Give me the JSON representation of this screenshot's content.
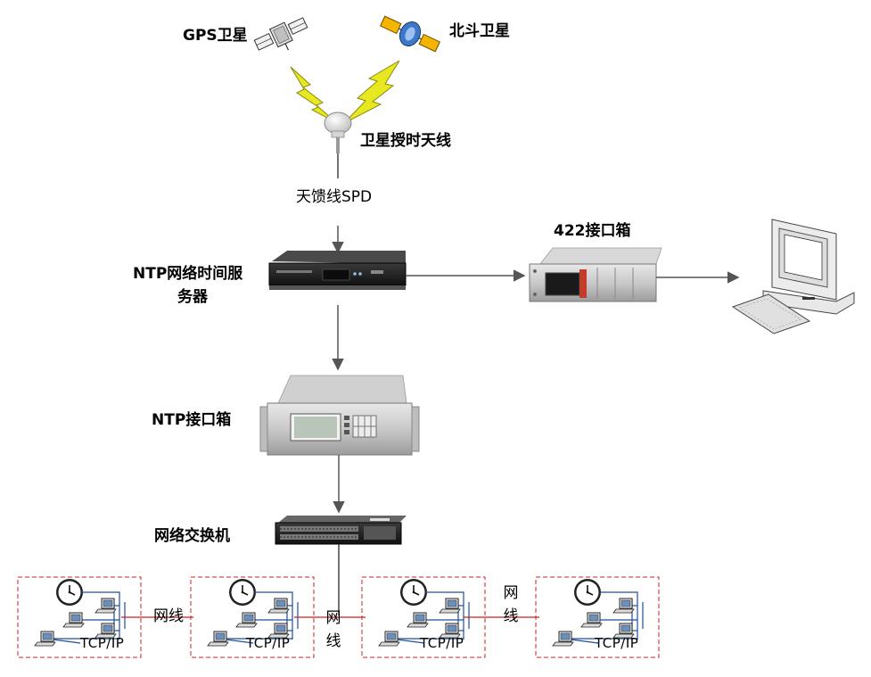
{
  "labels": {
    "gps_satellite": "GPS卫星",
    "beidou_satellite": "北斗卫星",
    "antenna": "卫星授时天线",
    "feeder_spd": "天馈线SPD",
    "ntp_server_line1": "NTP网络时间服",
    "ntp_server_line2": "务器",
    "box_422": "422接口箱",
    "ntp_box": "NTP接口箱",
    "switch": "网络交换机",
    "cable_1": "网线",
    "cable_2_top": "网",
    "cable_2_bottom": "线",
    "cable_3_top": "网",
    "cable_3_bottom": "线"
  },
  "lan_groups": [
    {
      "protocol": "TCP/IP"
    },
    {
      "protocol": "TCP/IP"
    },
    {
      "protocol": "TCP/IP"
    },
    {
      "protocol": "TCP/IP"
    }
  ],
  "colors": {
    "lightning": "#e8e820",
    "lan_border": "#cc2222",
    "lan_link": "#cc2222",
    "client_link": "#1f4e9a",
    "arrow": "#555555"
  }
}
